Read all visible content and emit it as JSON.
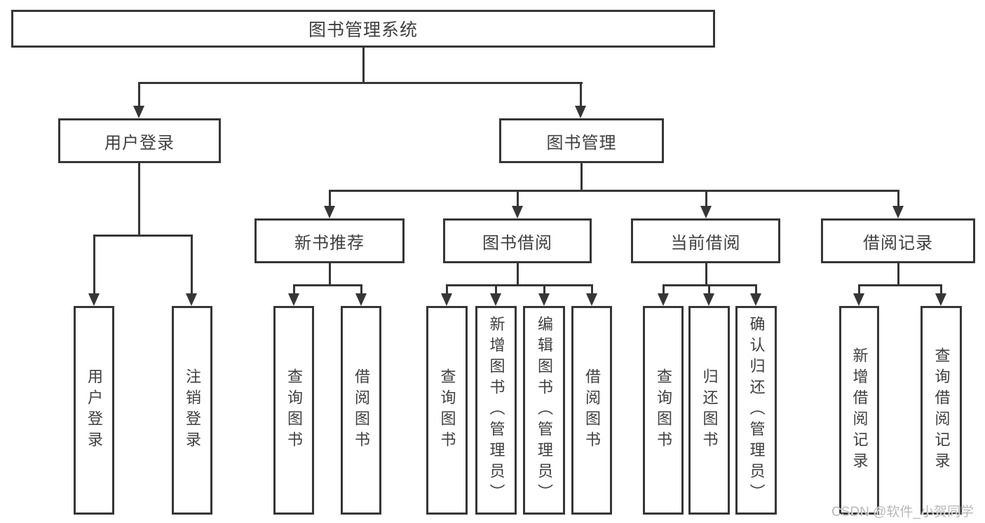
{
  "diagram": {
    "root": {
      "label": "图书管理系统"
    },
    "branches": [
      {
        "label": "用户登录",
        "children": [
          {
            "label": "用户登录"
          },
          {
            "label": "注销登录"
          }
        ]
      },
      {
        "label": "图书管理",
        "children": [
          {
            "label": "新书推荐",
            "children": [
              {
                "label": "查询图书"
              },
              {
                "label": "借阅图书"
              }
            ]
          },
          {
            "label": "图书借阅",
            "children": [
              {
                "label": "查询图书"
              },
              {
                "label": "新增图书（管理员）"
              },
              {
                "label": "编辑图书（管理员）"
              },
              {
                "label": "借阅图书"
              }
            ]
          },
          {
            "label": "当前借阅",
            "children": [
              {
                "label": "查询图书"
              },
              {
                "label": "归还图书"
              },
              {
                "label": "确认归还（管理员）"
              }
            ]
          },
          {
            "label": "借阅记录",
            "children": [
              {
                "label": "新增借阅记录"
              },
              {
                "label": "查询借阅记录"
              }
            ]
          }
        ]
      }
    ]
  },
  "watermark": {
    "text": "CSDN @软件_小贺同学"
  },
  "colors": {
    "line": "#363636",
    "text": "#3f3f3f",
    "background": "#ffffff",
    "watermark": "#b9b9b9"
  }
}
